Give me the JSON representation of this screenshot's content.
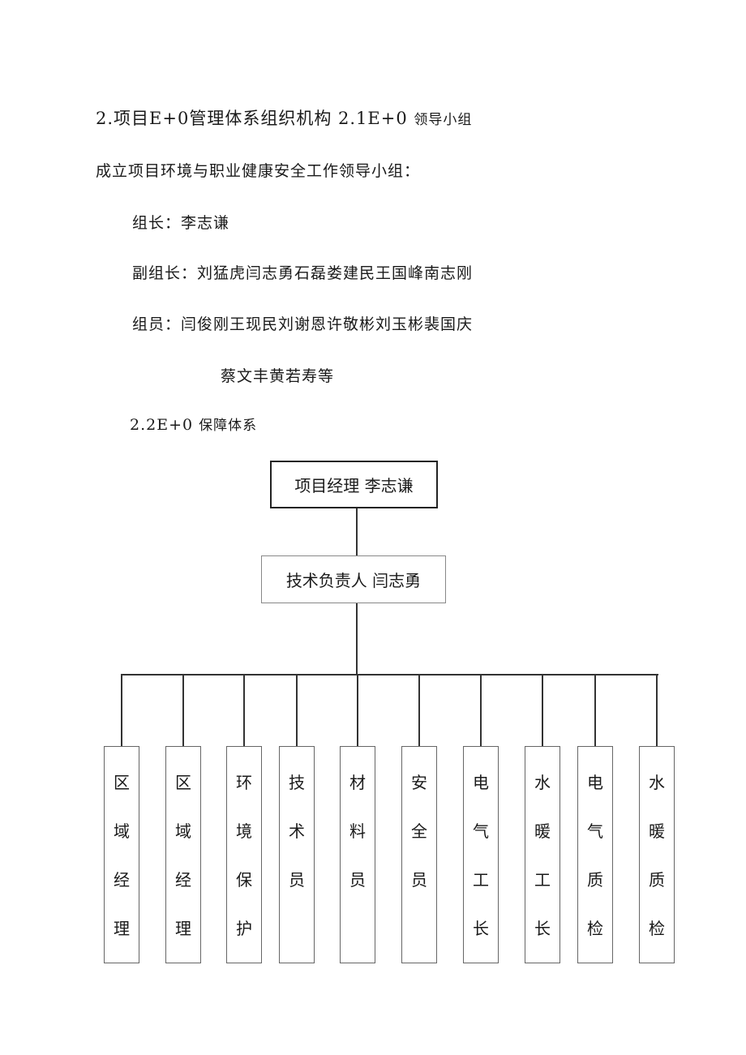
{
  "heading": {
    "main": "2.项目E+0管理体系组织机构 2.1E+0",
    "sub": "领导小组"
  },
  "intro": "成立项目环境与职业健康安全工作领导小组：",
  "leader": "组长：李志谦",
  "deputy": "副组长：刘猛虎闫志勇石磊娄建民王国峰南志刚",
  "members": "组员：闫俊刚王现民刘谢恩许敬彬刘玉彬裴国庆",
  "members_cont": "蔡文丰黄若寿等",
  "section2": {
    "main": "2.2E+0",
    "sub": "保障体系"
  },
  "org": {
    "top": "项目经理  李志谦",
    "mid": "技术负责人  闫志勇",
    "roles": [
      [
        "区",
        "域",
        "经",
        "理"
      ],
      [
        "区",
        "域",
        "经",
        "理"
      ],
      [
        "环",
        "境",
        "保",
        "护"
      ],
      [
        "技",
        "术",
        "员"
      ],
      [
        "材",
        "料",
        "员"
      ],
      [
        "安",
        "全",
        "员"
      ],
      [
        "电",
        "气",
        "工",
        "长"
      ],
      [
        "水",
        "暖",
        "工",
        "长"
      ],
      [
        "电",
        "气",
        "质",
        "检"
      ],
      [
        "水",
        "暖",
        "质",
        "检"
      ]
    ]
  }
}
